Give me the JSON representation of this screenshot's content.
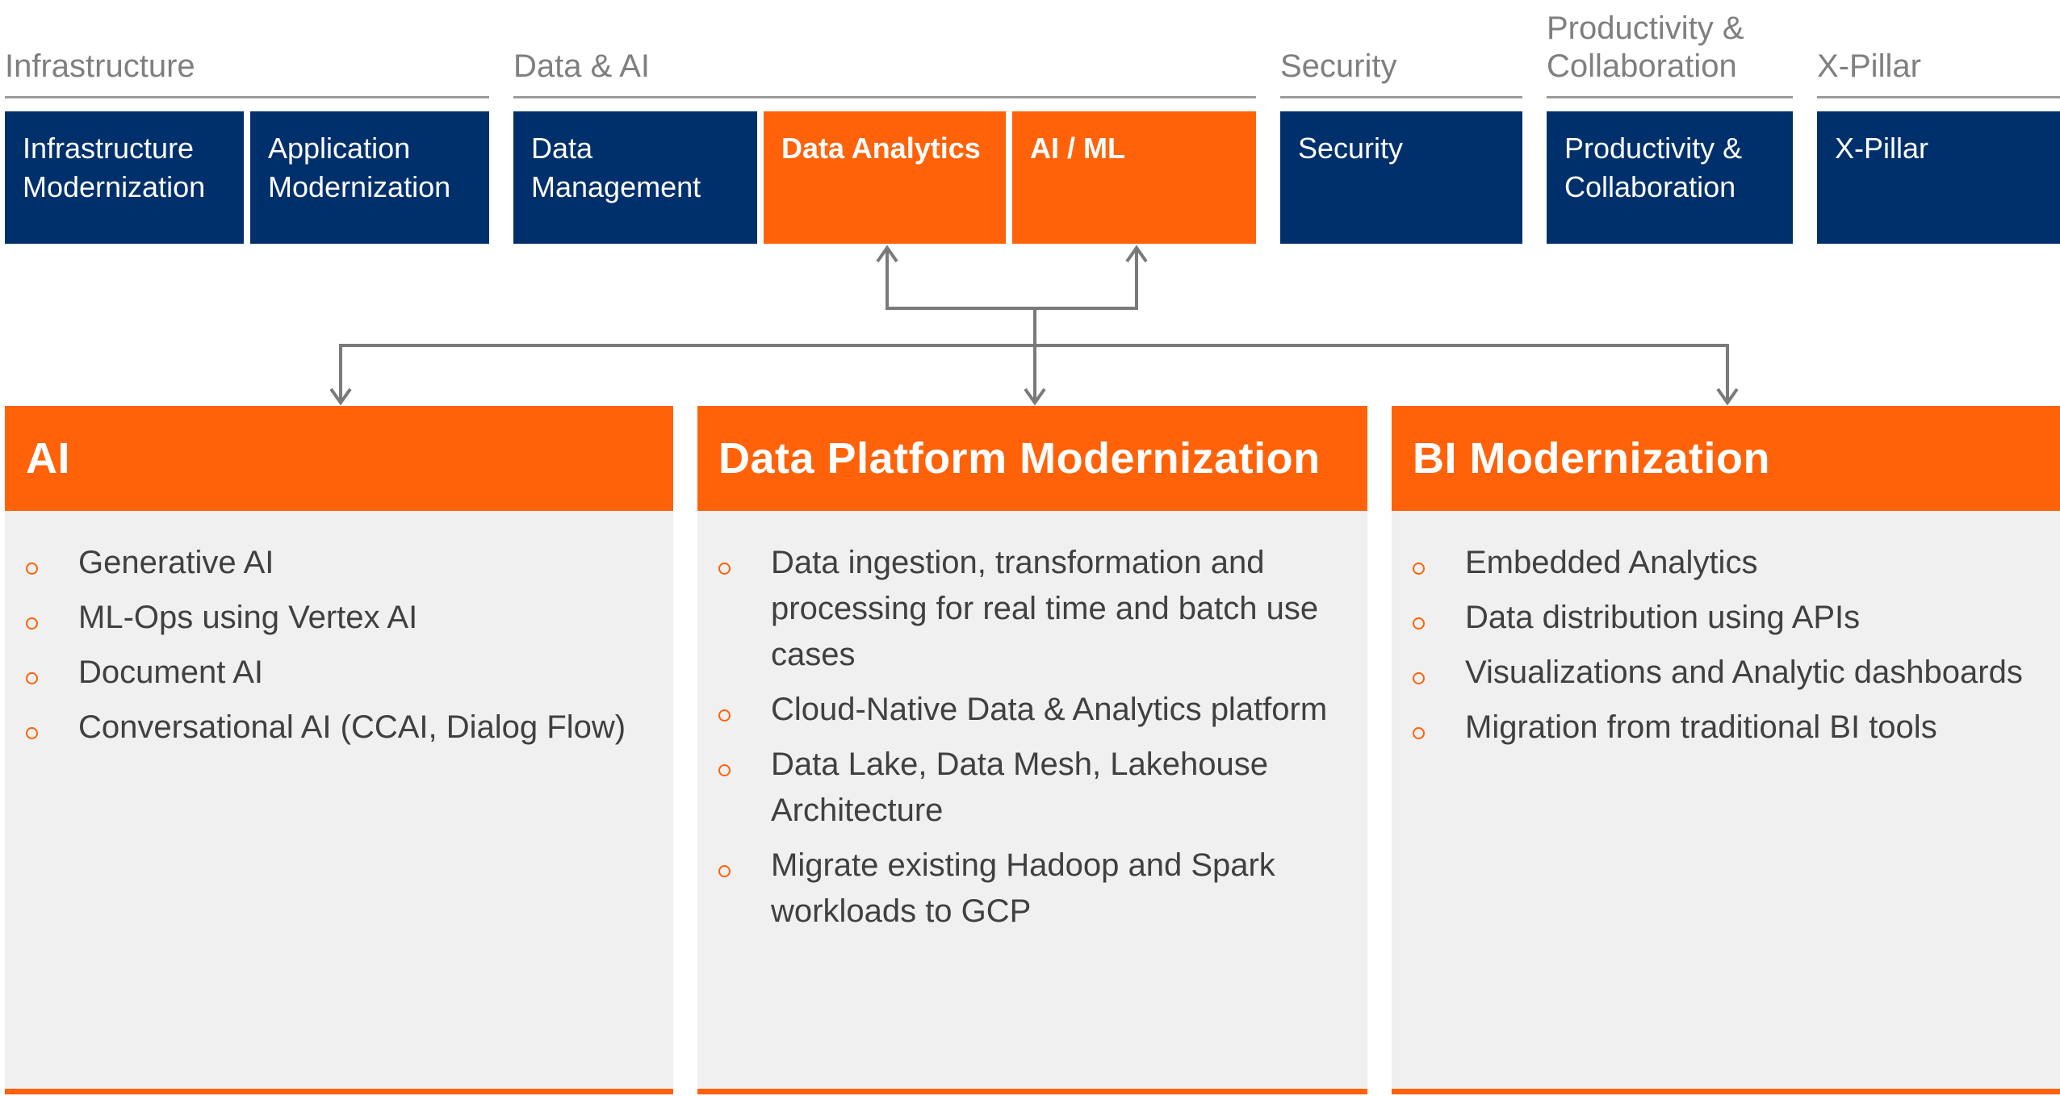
{
  "pillars": [
    {
      "title": "Infrastructure"
    },
    {
      "title": "Data & AI"
    },
    {
      "title": "Security"
    },
    {
      "title": "Productivity &\nCollaboration"
    },
    {
      "title": "X-Pillar"
    }
  ],
  "tiles": [
    {
      "label": "Infrastructure\nModernization"
    },
    {
      "label": "Application\nModernization"
    },
    {
      "label": "Data\nManagement"
    },
    {
      "label": "Data Analytics"
    },
    {
      "label": "AI / ML"
    },
    {
      "label": "Security"
    },
    {
      "label": "Productivity &\nCollaboration"
    },
    {
      "label": "X-Pillar"
    }
  ],
  "cards": [
    {
      "title": "AI",
      "items": [
        "Generative AI",
        "ML-Ops using Vertex AI",
        "Document AI",
        "Conversational AI (CCAI, Dialog Flow)"
      ]
    },
    {
      "title": "Data Platform Modernization",
      "items": [
        "Data ingestion, transformation and processing for real time and batch use cases",
        "Cloud-Native Data & Analytics platform",
        "Data Lake, Data Mesh, Lakehouse Architecture",
        "Migrate existing Hadoop and Spark workloads to GCP"
      ]
    },
    {
      "title": "BI Modernization",
      "items": [
        "Embedded Analytics",
        "Data distribution using APIs",
        "Visualizations and Analytic dashboards",
        "Migration from traditional BI tools"
      ]
    }
  ],
  "colors": {
    "navy": "#00306b",
    "orange": "#ff6208",
    "card_bg": "#f0f0f0",
    "connector": "#7a7a7a"
  }
}
